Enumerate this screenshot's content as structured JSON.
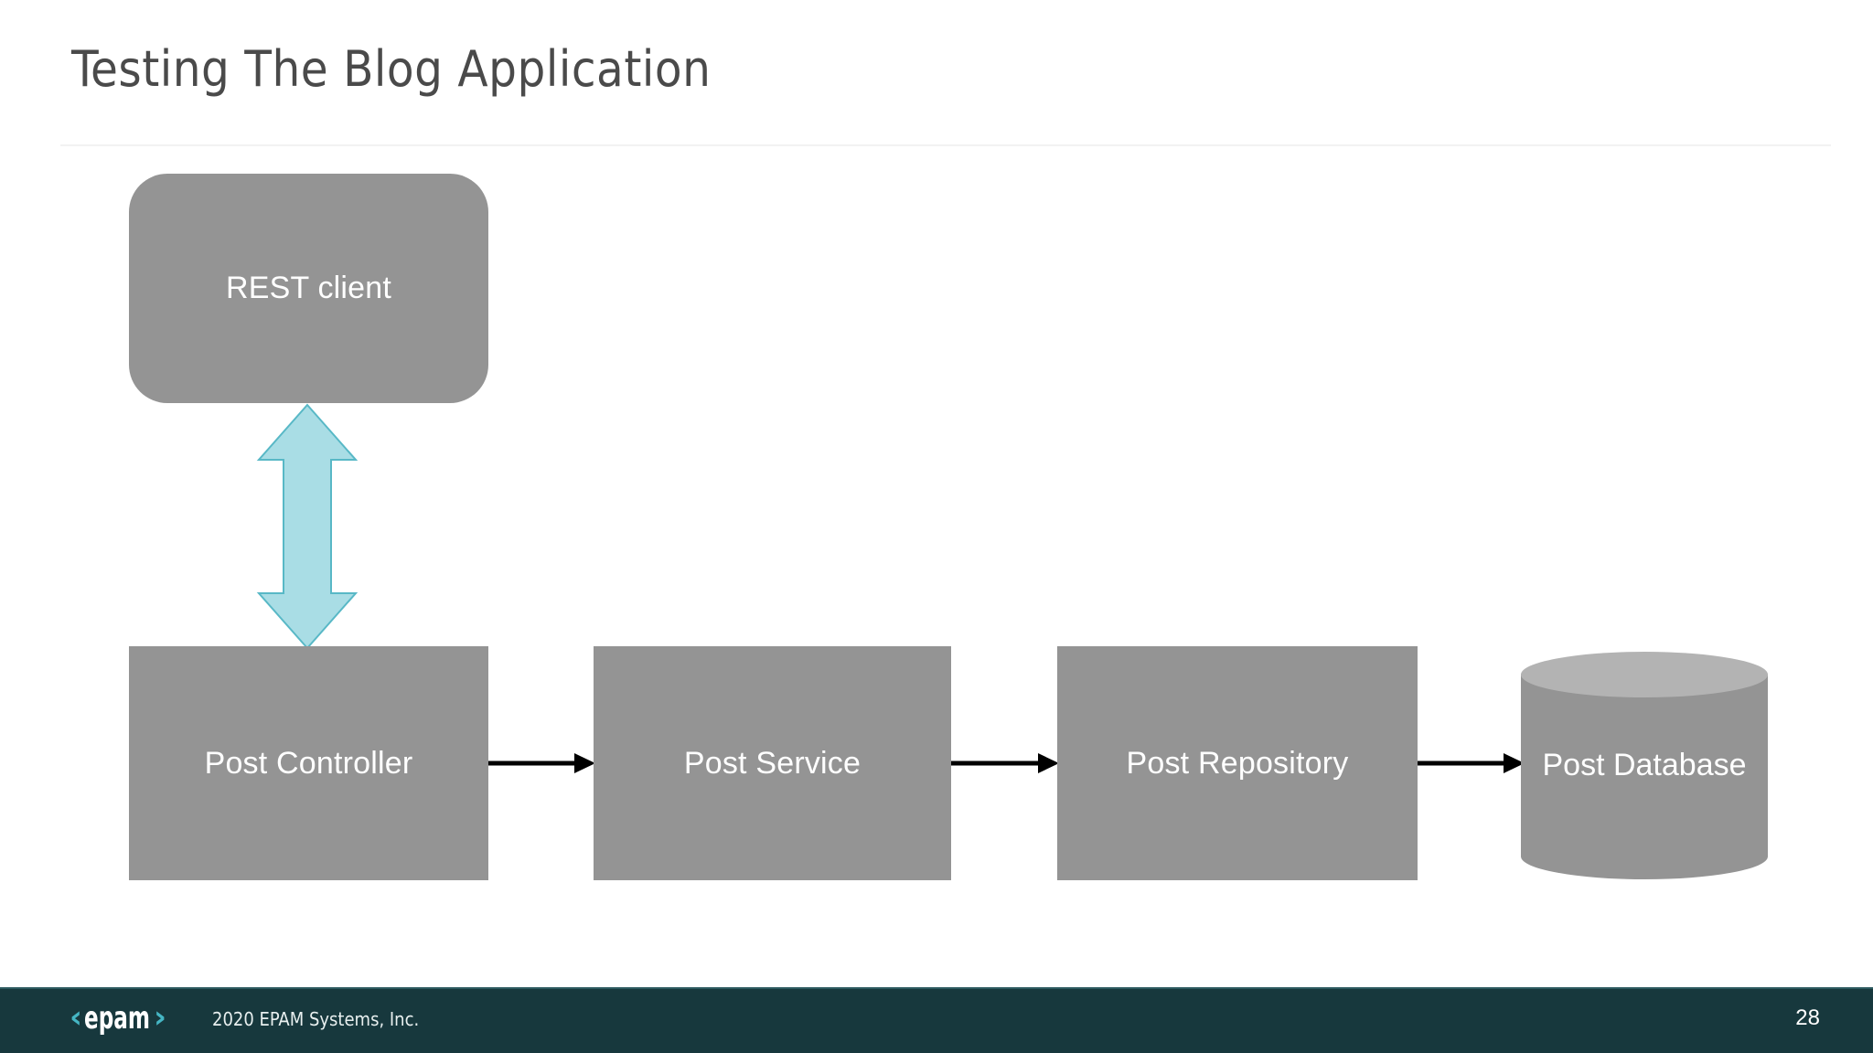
{
  "slide": {
    "title": "Testing The Blog Application",
    "page_number": "28"
  },
  "diagram": {
    "nodes": [
      {
        "id": "rest-client",
        "label": "REST client",
        "shape": "rounded-rect",
        "fill": "#949494",
        "text_color": "#ffffff"
      },
      {
        "id": "post-controller",
        "label": "Post Controller",
        "shape": "rect",
        "fill": "#949494",
        "text_color": "#ffffff"
      },
      {
        "id": "post-service",
        "label": "Post Service",
        "shape": "rect",
        "fill": "#949494",
        "text_color": "#ffffff"
      },
      {
        "id": "post-repository",
        "label": "Post Repository",
        "shape": "rect",
        "fill": "#949494",
        "text_color": "#ffffff"
      },
      {
        "id": "post-database",
        "label": "Post Database",
        "shape": "cylinder",
        "fill": "#949494",
        "top_fill": "#b3b3b3",
        "text_color": "#ffffff"
      }
    ],
    "connectors": [
      {
        "id": "rest-controller",
        "from": "rest-client",
        "to": "post-controller",
        "style": "double-headed",
        "direction": "vertical",
        "fill": "#a9dde5",
        "stroke": "#58b8c6"
      },
      {
        "id": "controller-service",
        "from": "post-controller",
        "to": "post-service",
        "style": "single-headed",
        "direction": "horizontal",
        "stroke": "#000000"
      },
      {
        "id": "service-repository",
        "from": "post-service",
        "to": "post-repository",
        "style": "single-headed",
        "direction": "horizontal",
        "stroke": "#000000"
      },
      {
        "id": "repository-database",
        "from": "post-repository",
        "to": "post-database",
        "style": "single-headed",
        "direction": "horizontal",
        "stroke": "#000000"
      }
    ]
  },
  "footer": {
    "logo_text": "epam",
    "logo_bracket_left": "‹",
    "logo_bracket_right": "›",
    "copyright": "2020 EPAM Systems, Inc.",
    "background_color": "#17383d",
    "accent_color": "#45b6c4"
  }
}
